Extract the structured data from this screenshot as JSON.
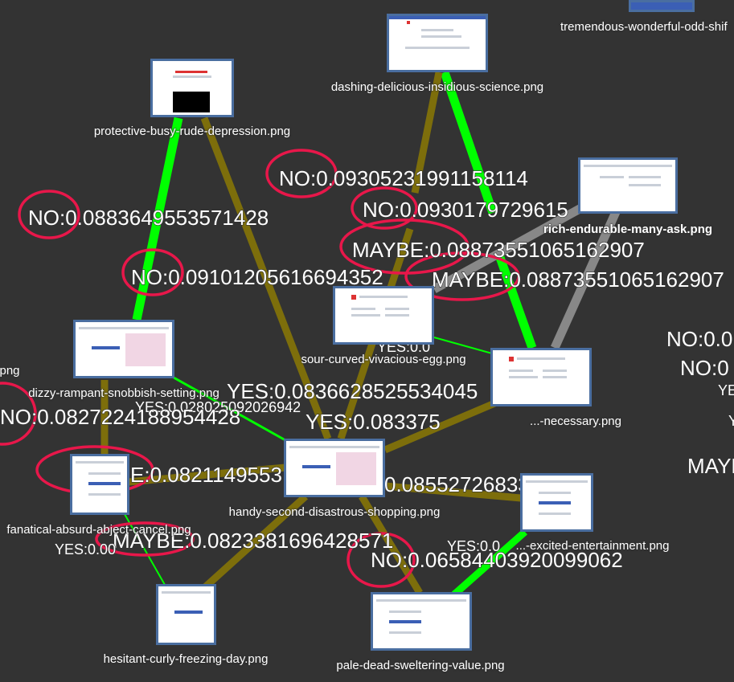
{
  "colors": {
    "background": "#333333",
    "edge_no": "#00ff00",
    "edge_maybe": "#888888",
    "edge_yes": "#7d6e0b",
    "node_border": "#4a6ea0",
    "highlight_circle": "#e8174a"
  },
  "nodes": [
    {
      "id": "protective",
      "label": "protective-busy-rude-depression.png",
      "thumb": "warning-book"
    },
    {
      "id": "dashing",
      "label": "dashing-delicious-insidious-science.png",
      "thumb": "suspended"
    },
    {
      "id": "tremendous",
      "label": "tremendous-wonderful-odd-shif",
      "thumb": "blue"
    },
    {
      "id": "rich",
      "label": "rich-endurable-many-ask.png",
      "thumb": "form"
    },
    {
      "id": "dizzy",
      "label": "dizzy-rampant-snobbish-setting.png",
      "thumb": "login-pink"
    },
    {
      "id": "sour",
      "label": "sour-curved-vivacious-egg.png",
      "thumb": "phishing"
    },
    {
      "id": "unknown",
      "label": "...-necessary.png",
      "thumb": "phishing"
    },
    {
      "id": "left_png",
      "label": "png",
      "thumb": "none"
    },
    {
      "id": "handy",
      "label": "handy-second-disastrous-shopping.png",
      "thumb": "login-pink"
    },
    {
      "id": "fanatical",
      "label": "fanatical-absurd-abject-cancel.png",
      "thumb": "login"
    },
    {
      "id": "excited",
      "label": "...-excited-entertainment.png",
      "thumb": "login"
    },
    {
      "id": "hesitant",
      "label": "hesitant-curly-freezing-day.png",
      "thumb": "login-pink"
    },
    {
      "id": "pale",
      "label": "pale-dead-sweltering-value.png",
      "thumb": "login"
    }
  ],
  "edge_labels": [
    "NO:0.09305231991158114",
    "NO:0.0883649553571428",
    "NO:0.0930179729615",
    "MAYBE:0.08873551065162907",
    "MAYBE:0.08873551065162907",
    "NO:0.09101205616694352",
    "YES:0.0",
    "YES:0.0836628525534045",
    "YES:0.028025092026942",
    "NO:0.0827224188954428",
    "YES:0.083375",
    "E:0.0821149553",
    "0.08552726833",
    "MAYBE:0.0823381696428571",
    "YES:0.00",
    "YES:0.0",
    "NO:0.06584403920099062",
    "NO:0.0",
    "NO:0",
    "YE",
    "Y",
    "MAYB"
  ]
}
